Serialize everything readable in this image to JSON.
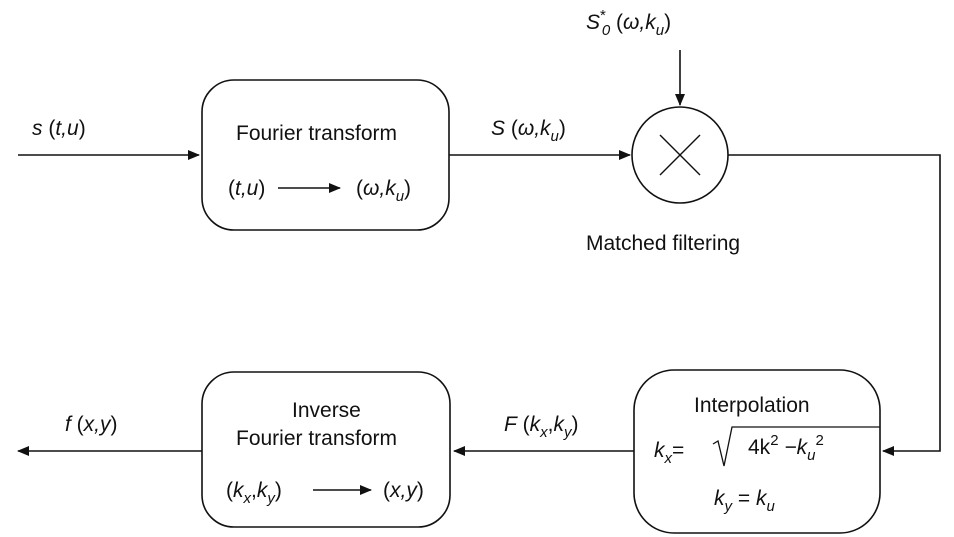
{
  "input_signal": {
    "fn": "s",
    "args": "t,u"
  },
  "fourier_block": {
    "title": "Fourier transform",
    "from_text": "t,u",
    "to_var": "ω,k",
    "to_sub": "u"
  },
  "spectrum_label": {
    "fn": "S",
    "var": "ω,k",
    "sub": "u"
  },
  "reference_label": {
    "fn": "S",
    "sup": "*",
    "sub0": "0",
    "var": "ω,k",
    "sub": "u"
  },
  "mixer_caption": "Matched filtering",
  "interpolation_block": {
    "title": "Interpolation",
    "kx_lhs": "k",
    "kx_sub": "x",
    "eq": "=",
    "radicand_a": "4k",
    "radicand_a_exp": "2",
    "radicand_minus": "−k",
    "radicand_b_sub": "u",
    "radicand_b_exp": "2",
    "ky_lhs": "k",
    "ky_sub": "y",
    "ky_eq": "=",
    "ky_rhs": "k",
    "ky_rhs_sub": "u"
  },
  "wavenumber_label": {
    "fn": "F",
    "a": "k",
    "a_sub": "x",
    "b": "k",
    "b_sub": "y"
  },
  "inverse_block": {
    "title_line1": "Inverse",
    "title_line2": "Fourier transform",
    "from_a": "k",
    "from_a_sub": "x",
    "from_b": "k",
    "from_b_sub": "y",
    "to_text": "x,y"
  },
  "output_signal": {
    "fn": "f",
    "args": "x,y"
  }
}
